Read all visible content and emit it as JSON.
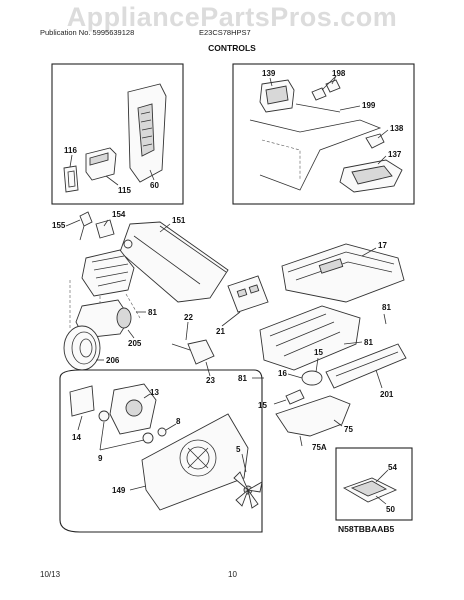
{
  "watermark": "AppliancePartsPros.com",
  "header": {
    "publication": "Publication No. 5995639128",
    "model": "E23CS78HPS7"
  },
  "title": "CONTROLS",
  "diagram_code": "N58TBBAAB5",
  "footer": {
    "date": "10/13",
    "page": "10"
  },
  "callouts": {
    "c116": "116",
    "c115": "115",
    "c60": "60",
    "c139": "139",
    "c198": "198",
    "c199": "199",
    "c138": "138",
    "c137": "137",
    "c155": "155",
    "c154": "154",
    "c151": "151",
    "c17": "17",
    "c81a": "81",
    "c22": "22",
    "c21": "21",
    "c205": "205",
    "c206": "206",
    "c23": "23",
    "c81b": "81",
    "c81c": "81",
    "c15": "15",
    "c16": "16",
    "c15b": "15",
    "c201": "201",
    "c13": "13",
    "c14": "14",
    "c8": "8",
    "c9": "9",
    "c5": "5",
    "c149": "149",
    "c75": "75",
    "c75a": "75A",
    "c54": "54",
    "c50": "50"
  }
}
